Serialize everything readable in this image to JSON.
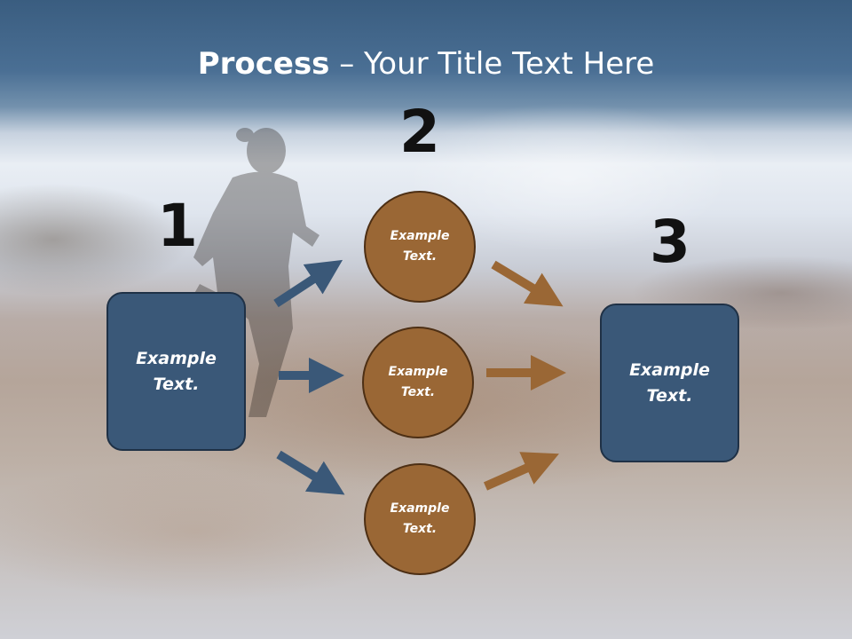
{
  "title": {
    "bold": "Process",
    "rest": " – Your Title Text Here"
  },
  "numbers": [
    "1",
    "2",
    "3"
  ],
  "left_box": {
    "line1": "Example",
    "line2": "Text."
  },
  "right_box": {
    "line1": "Example",
    "line2": "Text."
  },
  "circles": [
    {
      "line1": "Example",
      "line2": "Text."
    },
    {
      "line1": "Example",
      "line2": "Text."
    },
    {
      "line1": "Example",
      "line2": "Text."
    }
  ],
  "colors": {
    "blue": "#3a5878",
    "brown": "#9a6735",
    "title_band": "#3a5d80"
  }
}
